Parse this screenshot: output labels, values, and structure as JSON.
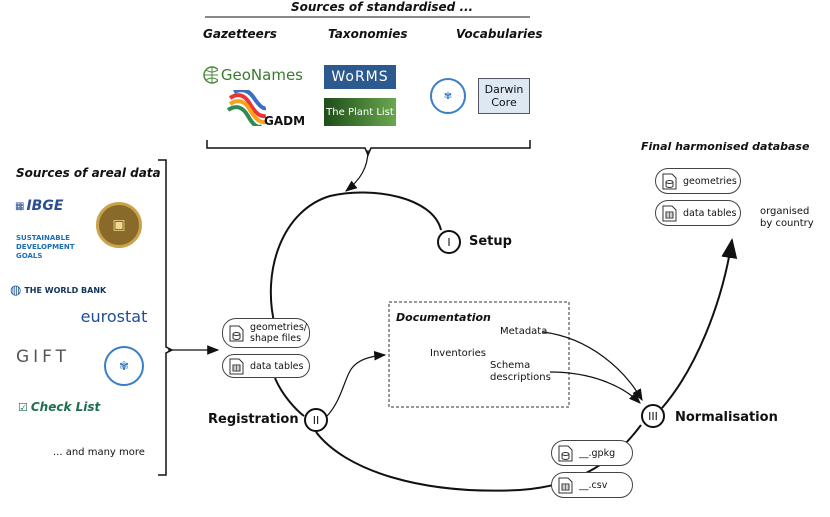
{
  "top": {
    "title": "Sources of standardised ...",
    "gazetteers": "Gazetteers",
    "taxonomies": "Taxonomies",
    "vocabularies": "Vocabularies"
  },
  "logos_top": {
    "geonames": "GeoNames",
    "gadm": "GADM",
    "worms": "WoRMS",
    "plantlist": "The Plant List",
    "darwin_core": "Darwin\nCore"
  },
  "left": {
    "title": "Sources of areal data",
    "ibge": "IBGE",
    "sdg": "SUSTAINABLE\nDEVELOPMENT\nGOALS",
    "worldbank": "THE WORLD BANK",
    "eurostat": "eurostat",
    "gift": "GIFT",
    "checklist": "Check List",
    "more": "... and many more"
  },
  "stages": {
    "setup_num": "I",
    "setup": "Setup",
    "registration_num": "II",
    "registration": "Registration",
    "normalisation_num": "III",
    "normalisation": "Normalisation"
  },
  "registration_inputs": {
    "geometries": "geometries/\nshape files",
    "tables": "data tables"
  },
  "documentation": {
    "title": "Documentation",
    "inventories": "Inventories",
    "metadata": "Metadata",
    "schema": "Schema\ndescriptions"
  },
  "outputs": {
    "gpkg": "__.gpkg",
    "csv": "__.csv"
  },
  "final": {
    "title": "Final harmonised database",
    "geometries": "geometries",
    "tables": "data tables",
    "note": "organised\nby country"
  }
}
